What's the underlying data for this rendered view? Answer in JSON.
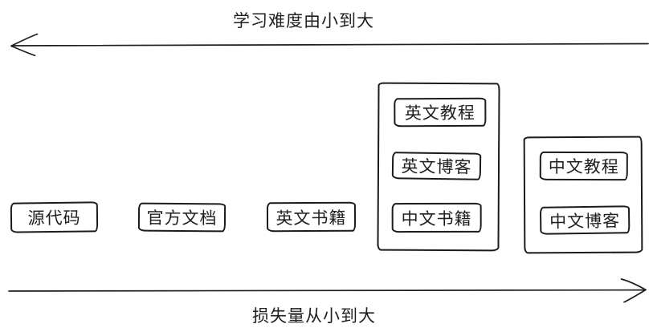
{
  "colors": {
    "ink": "#1b1b1b",
    "background": "#ffffff"
  },
  "axes": {
    "top": {
      "label": "学习难度由小到大",
      "direction": "left"
    },
    "bottom": {
      "label": "损失量从小到大",
      "direction": "right"
    }
  },
  "standalone_boxes": [
    {
      "label": "源代码"
    },
    {
      "label": "官方文档"
    },
    {
      "label": "英文书籍"
    }
  ],
  "groups": [
    {
      "items": [
        {
          "label": "英文教程"
        },
        {
          "label": "英文博客"
        },
        {
          "label": "中文书籍"
        }
      ]
    },
    {
      "items": [
        {
          "label": "中文教程"
        },
        {
          "label": "中文博客"
        }
      ]
    }
  ]
}
